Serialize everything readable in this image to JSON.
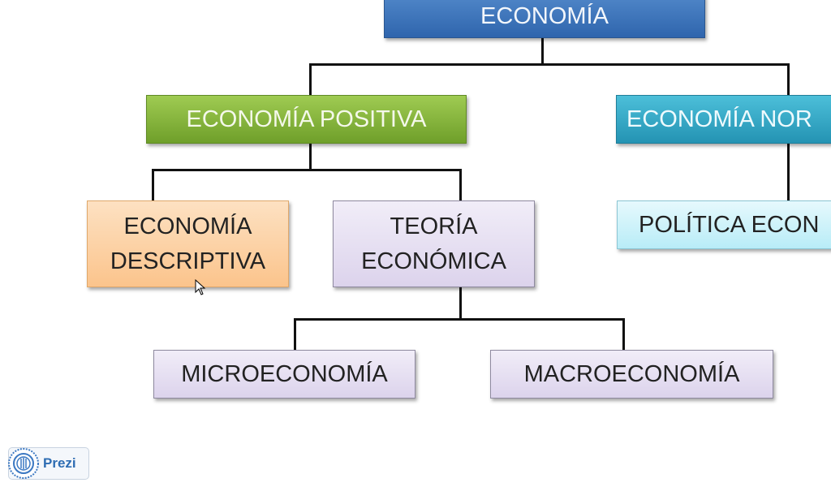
{
  "nodes": {
    "root": "ECONOMÍA",
    "positiva": "ECONOMÍA POSITIVA",
    "normativa": "ECONOMÍA NOR",
    "descriptiva": [
      "ECONOMÍA",
      "DESCRIPTIVA"
    ],
    "teoria": [
      "TEORÍA",
      "ECONÓMICA"
    ],
    "politica": "POLÍTICA ECON",
    "micro": "MICROECONOMÍA",
    "macro": "MACROECONOMÍA"
  },
  "logo": {
    "label": "Prezi"
  }
}
